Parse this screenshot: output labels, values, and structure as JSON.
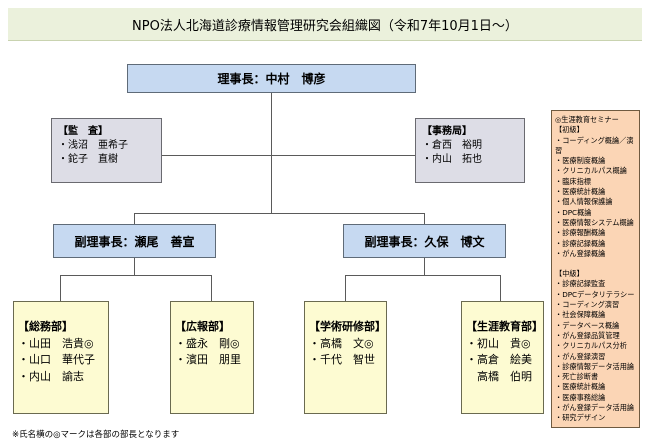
{
  "title": "NPO法人北海道診療情報管理研究会組織図（令和7年10月1日～）",
  "chairman": "理事長：中村　博彦",
  "auditors": {
    "heading": "【監　査】",
    "members": [
      "・浅沼　亜希子",
      "・鉈子　直樹"
    ]
  },
  "secretariat": {
    "heading": "【事務局】",
    "members": [
      "・倉西　裕明",
      "・内山　拓也"
    ]
  },
  "vice_left": "副理事長：瀬尾　善宣",
  "vice_right": "副理事長：久保　博文",
  "departments": [
    {
      "heading": "【総務部】",
      "members": [
        "・山田　浩貴◎",
        "・山口　華代子",
        "・内山　諭志"
      ]
    },
    {
      "heading": "【広報部】",
      "members": [
        "・盛永　剛◎",
        "・濱田　朋里"
      ]
    },
    {
      "heading": "【学術研修部】",
      "members": [
        "・高橋　文◎",
        "・千代　智世"
      ]
    },
    {
      "heading": "【生涯教育部】",
      "members": [
        "・初山　貴◎",
        "・高倉　絵美",
        "　高橋　伯明"
      ]
    }
  ],
  "seminar": {
    "heading": "◎生涯教育セミナー",
    "beginner_heading": "【初級】",
    "beginner": [
      "・コーディング概論／演習",
      "・医療制度概論",
      "・クリニカルパス概論",
      "・臨床指標",
      "・医療統計概論",
      "・個人情報保護論",
      "・DPC概論",
      "・医療情報システム概論",
      "・診療報酬概論",
      "・診療記録概論",
      "・がん登録概論"
    ],
    "intermediate_heading": "【中級】",
    "intermediate": [
      "・診療記録監査",
      "・DPCデータリテラシー",
      "・コーディング演習",
      "・社会保障概論",
      "・データベース概論",
      "・がん登録品質管理",
      "・クリニカルパス分析",
      "・がん登録演習",
      "・診療情報データ活用論",
      "・死亡診断書",
      "・医療統計概論",
      "・医療事務総論",
      "・がん登録データ活用論",
      "・研究デザイン"
    ]
  },
  "footnote": "※氏名横の◎マークは各部の部長となります"
}
